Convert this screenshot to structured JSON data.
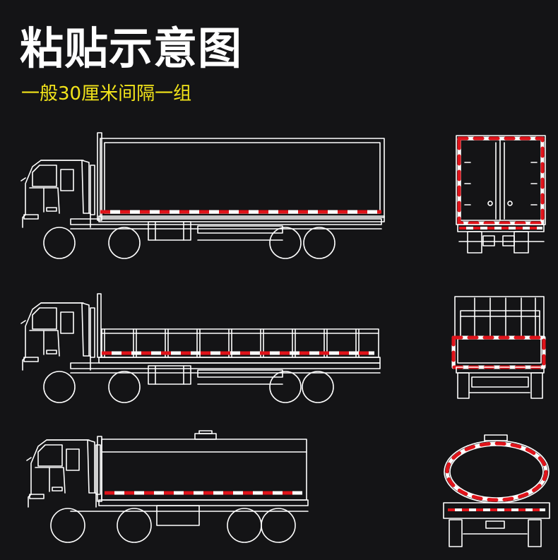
{
  "header": {
    "title": "粘贴示意图",
    "subtitle": "一般30厘米间隔一组"
  },
  "colors": {
    "background": "#141416",
    "line": "#ffffff",
    "tape_red": "#e0131a",
    "tape_white": "#ffffff",
    "subtitle": "#f2e41a"
  },
  "vehicles": [
    {
      "type": "box-truck",
      "views": [
        "side",
        "rear"
      ]
    },
    {
      "type": "flatbed-truck",
      "views": [
        "side",
        "rear"
      ]
    },
    {
      "type": "tank-truck",
      "views": [
        "side",
        "rear"
      ]
    }
  ]
}
